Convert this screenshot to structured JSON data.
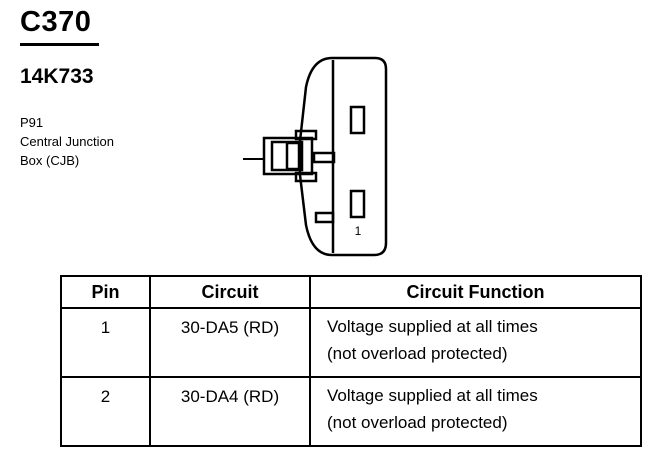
{
  "header": {
    "connector_id": "C370",
    "part_number": "14K733",
    "location": [
      "P91",
      "Central Junction",
      "Box (CJB)"
    ]
  },
  "diagram": {
    "pin_label": "1"
  },
  "pinout_table": {
    "headers": [
      "Pin",
      "Circuit",
      "Circuit Function"
    ],
    "rows": [
      {
        "pin": "1",
        "circuit": "30-DA5 (RD)",
        "function": [
          "Voltage supplied at all times",
          "(not overload protected)"
        ]
      },
      {
        "pin": "2",
        "circuit": "30-DA4 (RD)",
        "function": [
          "Voltage supplied at all times",
          "(not overload protected)"
        ]
      }
    ]
  }
}
